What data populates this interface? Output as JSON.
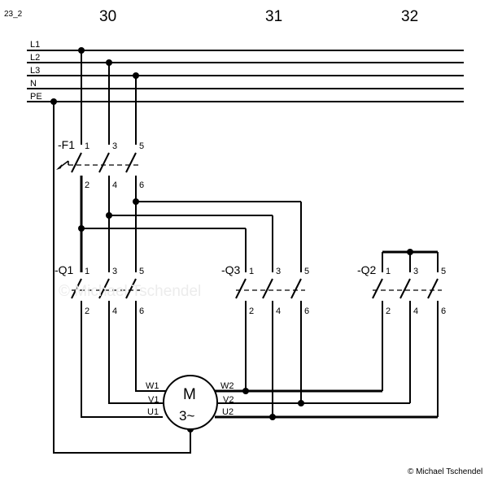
{
  "sheet_id": "23_2",
  "columns": [
    "30",
    "31",
    "32"
  ],
  "rails": [
    "L1",
    "L2",
    "L3",
    "N",
    "PE"
  ],
  "devices": {
    "F1": {
      "tag": "-F1",
      "top": [
        "1",
        "3",
        "5"
      ],
      "bottom": [
        "2",
        "4",
        "6"
      ]
    },
    "Q1": {
      "tag": "-Q1",
      "top": [
        "1",
        "3",
        "5"
      ],
      "bottom": [
        "2",
        "4",
        "6"
      ]
    },
    "Q3": {
      "tag": "-Q3",
      "top": [
        "1",
        "3",
        "5"
      ],
      "bottom": [
        "2",
        "4",
        "6"
      ]
    },
    "Q2": {
      "tag": "-Q2",
      "top": [
        "1",
        "3",
        "5"
      ],
      "bottom": [
        "2",
        "4",
        "6"
      ]
    }
  },
  "motor": {
    "name": "M",
    "type": "3~",
    "left_terminals": [
      "W1",
      "V1",
      "U1"
    ],
    "right_terminals": [
      "W2",
      "V2",
      "U2"
    ]
  },
  "watermark": "© Michael Tschendel",
  "copyright": "© Michael Tschendel"
}
